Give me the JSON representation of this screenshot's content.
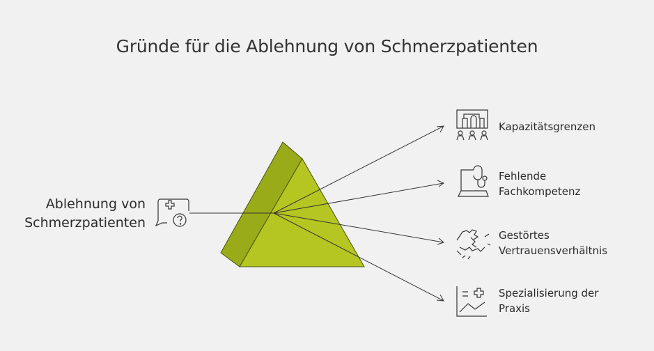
{
  "title": "Gründe für die Ablehnung von Schmerzpatienten",
  "input": {
    "line1": "Ablehnung von",
    "line2": "Schmerzpatienten",
    "icon": "medical-question-icon"
  },
  "outputs": [
    {
      "line1": "Kapazitätsgrenzen",
      "line2": "",
      "icon": "capacity-people-icon"
    },
    {
      "line1": "Fehlende",
      "line2": "Fachkompetenz",
      "icon": "stethoscope-laptop-icon"
    },
    {
      "line1": "Gestörtes",
      "line2": "Vertrauensverhältnis",
      "icon": "broken-handshake-icon"
    },
    {
      "line1": "Spezialisierung der",
      "line2": "Praxis",
      "icon": "medical-chart-icon"
    }
  ],
  "colors": {
    "prism_front": "#b5c622",
    "prism_side": "#9aab19",
    "line": "#333333",
    "background": "#f1f1f1"
  }
}
